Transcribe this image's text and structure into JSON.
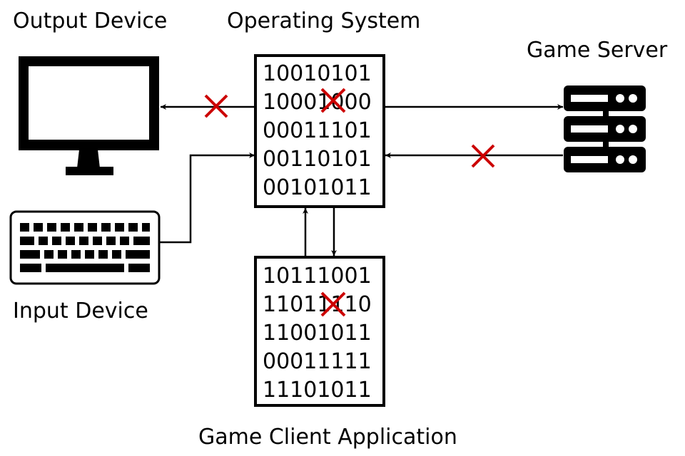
{
  "labels": {
    "output_device": "Output Device",
    "operating_system": "Operating System",
    "game_server": "Game Server",
    "input_device": "Input Device",
    "game_client": "Game Client Application"
  },
  "os_bits": [
    "10010101",
    "10001000",
    "00011101",
    "00110101",
    "00101011"
  ],
  "client_bits": [
    "10111001",
    "11011110",
    "11001011",
    "00011111",
    "11101011"
  ],
  "colors": {
    "cross": "#cc0000",
    "stroke": "#000000"
  },
  "icons": [
    "monitor-icon",
    "keyboard-icon",
    "server-icon"
  ]
}
